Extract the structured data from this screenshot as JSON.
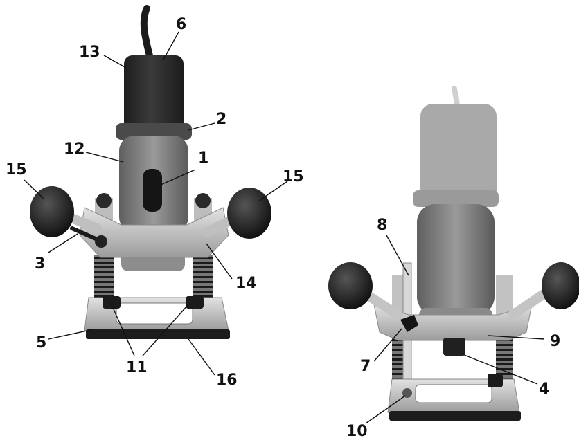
{
  "views": [
    {
      "name": "router-front-view",
      "labels": [
        "1",
        "2",
        "3",
        "5",
        "6",
        "11",
        "12",
        "13",
        "14",
        "15",
        "15",
        "16"
      ]
    },
    {
      "name": "router-side-view",
      "labels": [
        "4",
        "7",
        "8",
        "9",
        "10"
      ]
    }
  ],
  "callouts": {
    "c1": "1",
    "c2": "2",
    "c3": "3",
    "c4": "4",
    "c5": "5",
    "c6": "6",
    "c7": "7",
    "c8": "8",
    "c9": "9",
    "c10": "10",
    "c11": "11",
    "c12": "12",
    "c13": "13",
    "c14": "14",
    "c15a": "15",
    "c15b": "15",
    "c16": "16"
  },
  "colors": {
    "dark_plastic": "#2b2b2b",
    "grey_housing": "#7d7d7d",
    "metal": "#c9c9c9",
    "rubber": "#161616"
  }
}
